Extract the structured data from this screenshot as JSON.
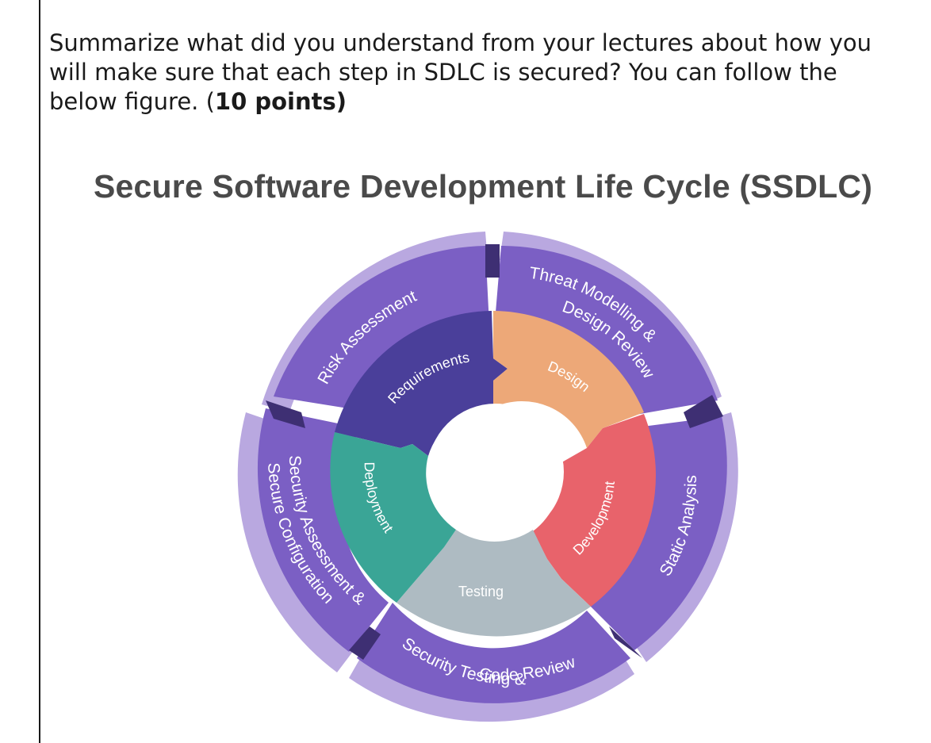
{
  "question": {
    "text": "Summarize what did you understand from your lectures about how you\nwill make sure that each step in SDLC is secured? You can follow the\nbelow figure. (",
    "points": "10 points)"
  },
  "figure": {
    "title": "Secure Software Development Life Cycle (SSDLC)",
    "outer_ring": [
      "Risk Assessment",
      "Threat Modelling &",
      "Design Review",
      "Static Analysis",
      "Security Testing &",
      "Code Review",
      "Security Assessment &",
      "Secure Configuration"
    ],
    "inner_ring": [
      "Requirements",
      "Design",
      "Development",
      "Testing",
      "Deployment"
    ],
    "colors": {
      "outer_band": "#7b5fc4",
      "outer_rim": "#b9a8e0",
      "requirements": "#4a3f9a",
      "design": "#eda878",
      "development": "#e8636b",
      "testing": "#aebbc2",
      "deployment": "#3aa596"
    }
  }
}
